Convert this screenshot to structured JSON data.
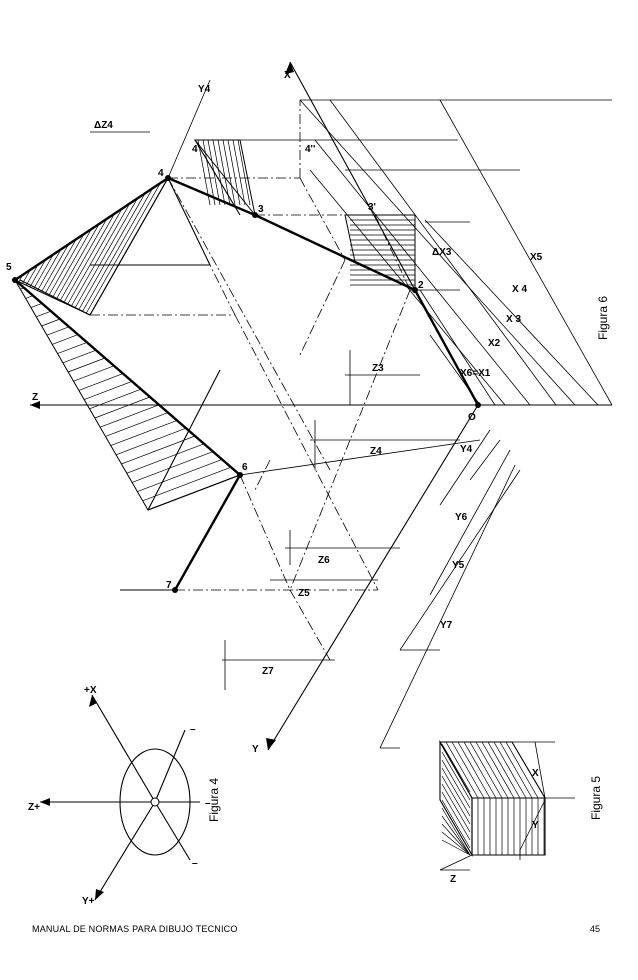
{
  "figure6": {
    "caption": "Figura 6",
    "labels": {
      "p5": "5",
      "p4": "4",
      "p3": "3",
      "p2": "2",
      "p6": "6",
      "p7": "7",
      "p4p": "4'",
      "p4pp": "4''",
      "p3p": "3'",
      "axis_x": "X",
      "axis_y": "Y",
      "axis_z": "Z",
      "axis_y4": "Y4",
      "origin": "O",
      "dz4": "ΔZ4",
      "dx3": "ΔX3",
      "z3": "Z3",
      "z4": "Z4",
      "z6": "Z6",
      "z5": "Z5",
      "z7": "Z7",
      "x6x1": "X6=X1",
      "x2": "X2",
      "x3": "X 3",
      "x4": "X 4",
      "x5": "X5",
      "y4": "Y4",
      "y6": "Y6",
      "y5": "Y5",
      "y7": "Y7"
    }
  },
  "figure4": {
    "caption": "Figura 4",
    "labels": {
      "x_plus": "+X",
      "z_plus": "Z+",
      "y_plus": "Y+",
      "minus": "–"
    }
  },
  "figure5": {
    "caption": "Figura 5",
    "labels": {
      "z": "Z",
      "y": "Y",
      "x": "X"
    }
  },
  "footer": {
    "left": "MANUAL DE NORMAS PARA DIBUJO TECNICO",
    "page_number": "45"
  }
}
